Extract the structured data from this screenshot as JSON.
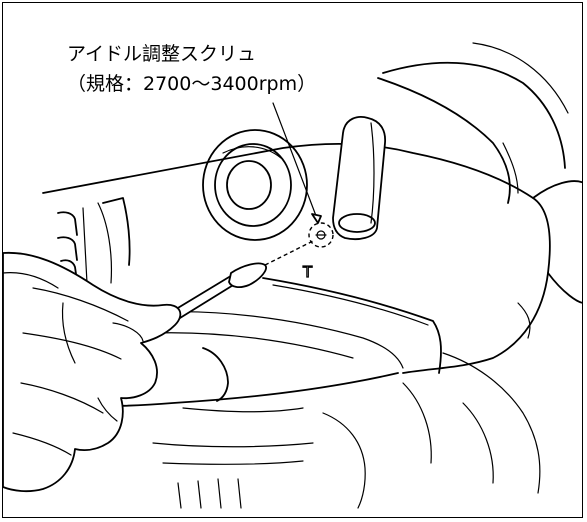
{
  "callout": {
    "line1": "アイドル調整スクリュ",
    "line2": "（規格：2700〜3400rpm）"
  },
  "markings": {
    "t_mark": "T"
  }
}
